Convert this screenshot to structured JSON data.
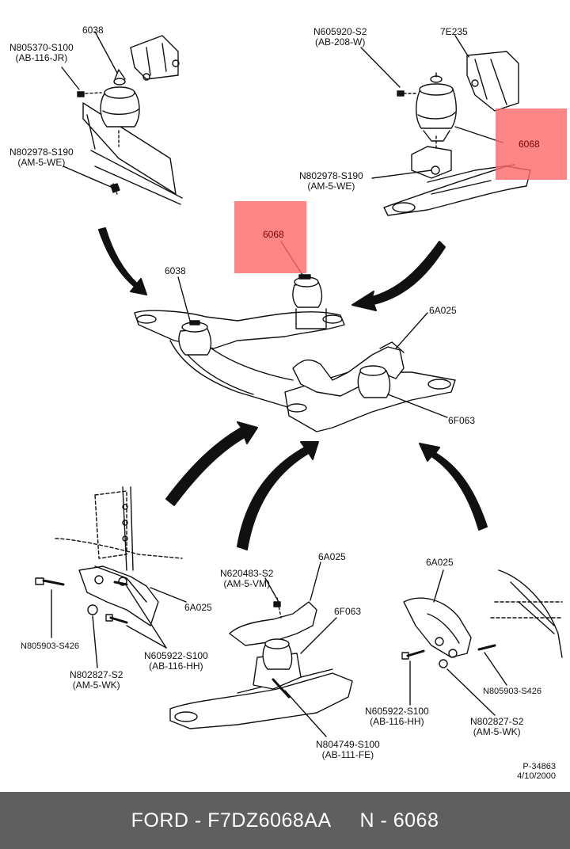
{
  "callouts": {
    "tl_6038": "6038",
    "tl_n805370_a": "N805370-S100",
    "tl_n805370_b": "(AB-116-JR)",
    "tl_n802978_a": "N802978-S190",
    "tl_n802978_b": "(AM-5-WE)",
    "tr_n605920_a": "N605920-S2",
    "tr_n605920_b": "(AB-208-W)",
    "tr_7e235": "7E235",
    "tr_6068": "6068",
    "tr_n802978_a": "N802978-S190",
    "tr_n802978_b": "(AM-5-WE)",
    "c_6068": "6068",
    "c_6038": "6038",
    "c_6a025": "6A025",
    "c_6f063": "6F063",
    "bl_6a025": "6A025",
    "bl_n805903": "N805903-S426",
    "bl_n605922_a": "N605922-S100",
    "bl_n605922_b": "(AB-116-HH)",
    "bl_n802827_a": "N802827-S2",
    "bl_n802827_b": "(AM-5-WK)",
    "bc_6a025": "6A025",
    "bc_n620483_a": "N620483-S2",
    "bc_n620483_b": "(AM-5-VM)",
    "bc_6f063": "6F063",
    "bc_n804749_a": "N804749-S100",
    "bc_n804749_b": "(AB-111-FE)",
    "br_6a025": "6A025",
    "br_n805903": "N805903-S426",
    "br_n605922_a": "N605922-S100",
    "br_n605922_b": "(AB-116-HH)",
    "br_n802827_a": "N802827-S2",
    "br_n802827_b": "(AM-5-WK)"
  },
  "doc_ref": {
    "code": "P-34863",
    "date": "4/10/2000"
  },
  "highlight_color": "#ff6b6b",
  "footer": {
    "brand": "FORD",
    "part_number": "F7DZ6068AA",
    "ref_number": "N - 6068",
    "text": "FORD - F7DZ6068AA     N - 6068"
  }
}
